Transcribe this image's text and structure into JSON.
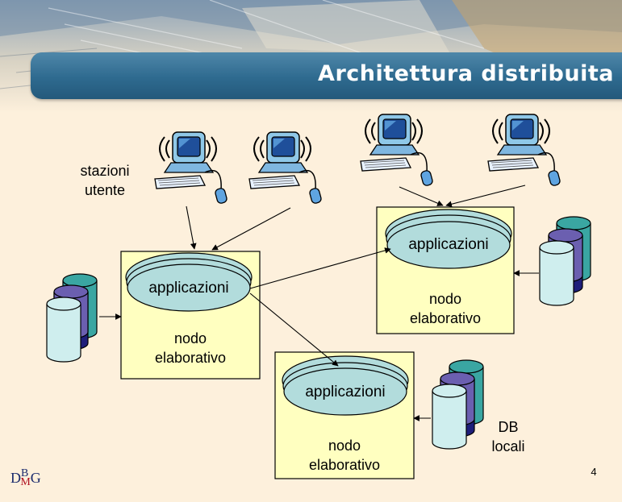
{
  "slide": {
    "title": "Architettura distribuita",
    "page_number": "4"
  },
  "labels": {
    "stazioni": "stazioni",
    "utente": "utente",
    "db": "DB",
    "locali": "locali"
  },
  "nodes": [
    {
      "app": "applicazioni",
      "line1": "nodo",
      "line2": "elaborativo"
    },
    {
      "app": "applicazioni",
      "line1": "nodo",
      "line2": "elaborativo"
    },
    {
      "app": "applicazioni",
      "line1": "nodo",
      "line2": "elaborativo"
    }
  ],
  "logo": {
    "d": "D",
    "b": "B",
    "m": "M",
    "g": "G"
  },
  "colors": {
    "background": "#fdf0dc",
    "title_bar": "#2e6a8f",
    "node_box": "#ffffc0",
    "app_ellipse": "#b2dcdc",
    "db_teal": "#3aa6a2",
    "db_purple": "#6b5fb0",
    "db_navy": "#1e1e7a",
    "db_light": "#cfeeee"
  }
}
